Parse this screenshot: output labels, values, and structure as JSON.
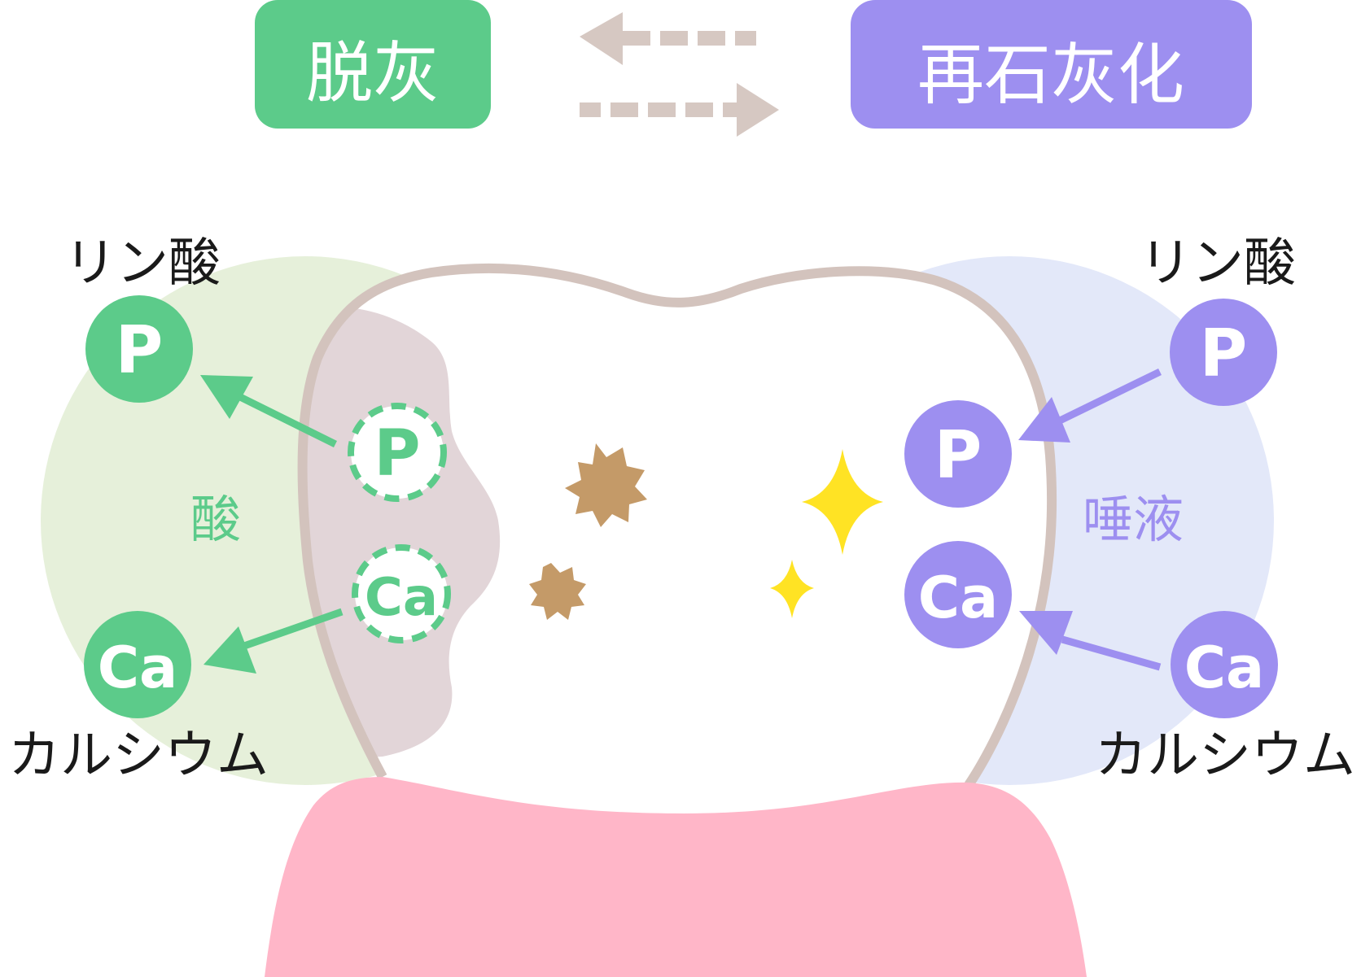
{
  "header": {
    "demineralization": "脱灰",
    "remineralization": "再石灰化"
  },
  "left": {
    "phosphate_label": "リン酸",
    "calcium_label": "カルシウム",
    "cause_label": "酸",
    "phosphate_symbol": "P",
    "calcium_symbol": "Ca"
  },
  "right": {
    "phosphate_label": "リン酸",
    "calcium_label": "カルシウム",
    "cause_label": "唾液",
    "phosphate_symbol": "P",
    "calcium_symbol": "Ca"
  },
  "tooth": {
    "phosphate_symbol": "P",
    "calcium_symbol": "Ca"
  },
  "colors": {
    "demineralization": "#5ccb8a",
    "remineralization": "#9d8ff0",
    "acid_zone": "#e6f0da",
    "saliva_zone": "#e3e8f9",
    "tooth_outline": "#d3c3bd",
    "decay_area": "#e2d5d8",
    "stain": "#c49a68",
    "sparkle": "#ffe324",
    "gum": "#ffb6c8",
    "exchange_arrows": "#d6c8c2"
  },
  "icons": {
    "stain": "stain-splat-icon",
    "sparkle": "sparkle-icon"
  }
}
